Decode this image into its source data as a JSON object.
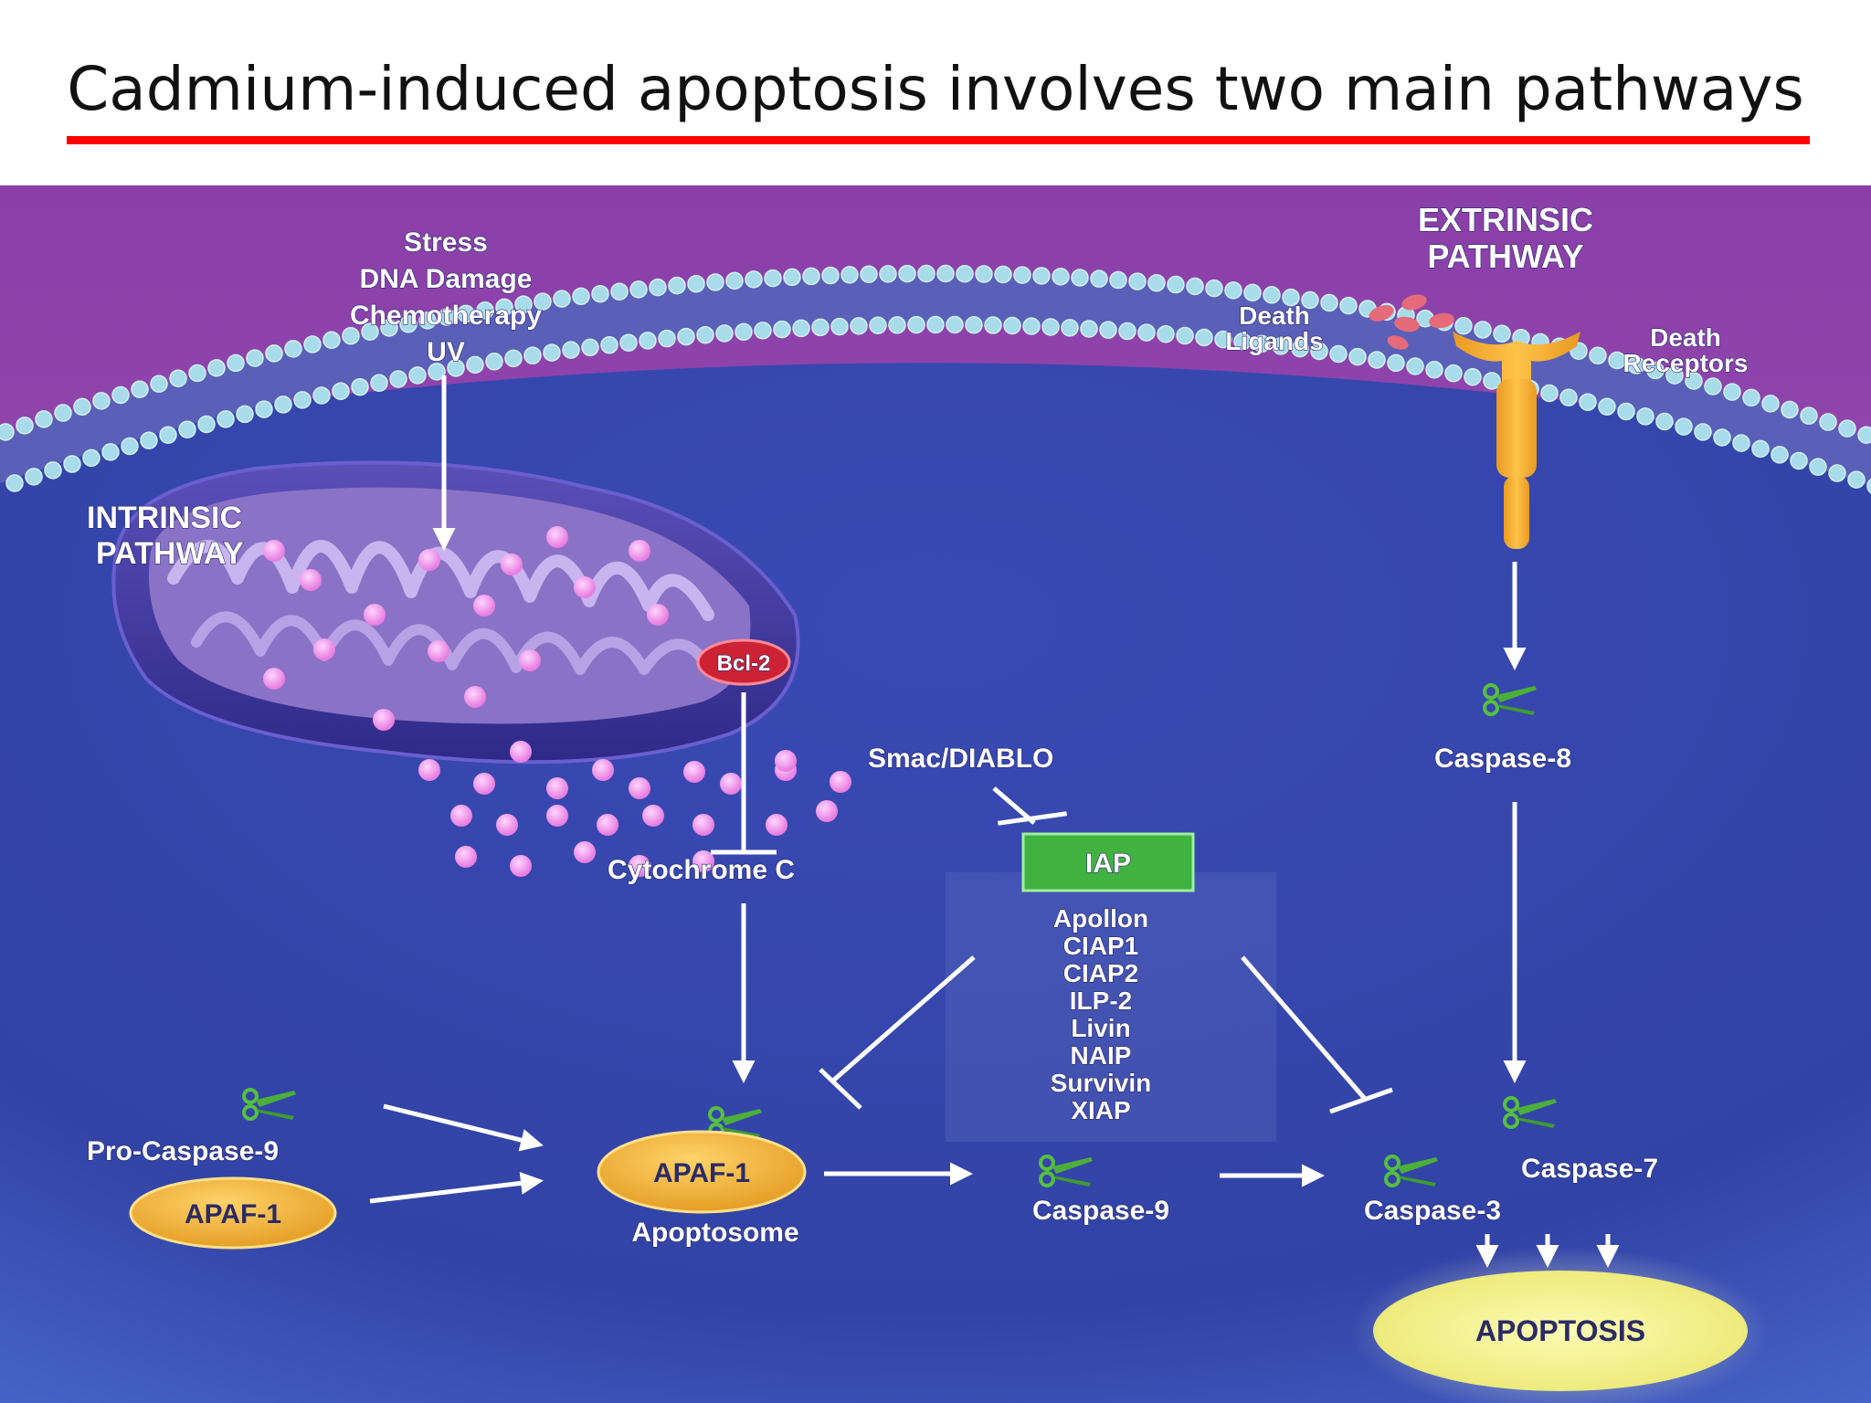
{
  "title": "Cadmium-induced apoptosis involves two main pathways",
  "colors": {
    "title_rule": "#ff0000",
    "extracellular": "#9a4fb4",
    "cytoplasm": "#3445a8",
    "membrane_beads": "#a9dcea",
    "receptor": "#f5b23a",
    "mitochondrion": "#4b3d9e",
    "cytochrome_dots": "#f08ee8",
    "iap_box": "#44bb44",
    "bcl2": "#cc2233",
    "apaf1": "#f3b63c",
    "apoptosis_ellipse": "#f3f18a",
    "scissors": "#4caf3a"
  },
  "stimuli": [
    "Stress",
    "DNA Damage",
    "Chemotherapy",
    "UV"
  ],
  "intrinsic": {
    "line1": "INTRINSIC",
    "line2": "PATHWAY"
  },
  "extrinsic": {
    "line1": "EXTRINSIC",
    "line2": "PATHWAY"
  },
  "death_ligands": {
    "line1": "Death",
    "line2": "Ligands"
  },
  "death_receptors": {
    "line1": "Death",
    "line2": "Receptors"
  },
  "bcl2": "Bcl-2",
  "smac": "Smac/DIABLO",
  "cytochrome_c": "Cytochrome C",
  "iap": "IAP",
  "iap_members": [
    "Apollon",
    "CIAP1",
    "CIAP2",
    "ILP-2",
    "Livin",
    "NAIP",
    "Survivin",
    "XIAP"
  ],
  "caspase_8": "Caspase-8",
  "pro_caspase_9": "Pro-Caspase-9",
  "apaf1_free": "APAF-1",
  "apaf1_complex": "APAF-1",
  "apoptosome": "Apoptosome",
  "caspase_9": "Caspase-9",
  "caspase_3": "Caspase-3",
  "caspase_7": "Caspase-7",
  "apoptosis": "APOPTOSIS"
}
